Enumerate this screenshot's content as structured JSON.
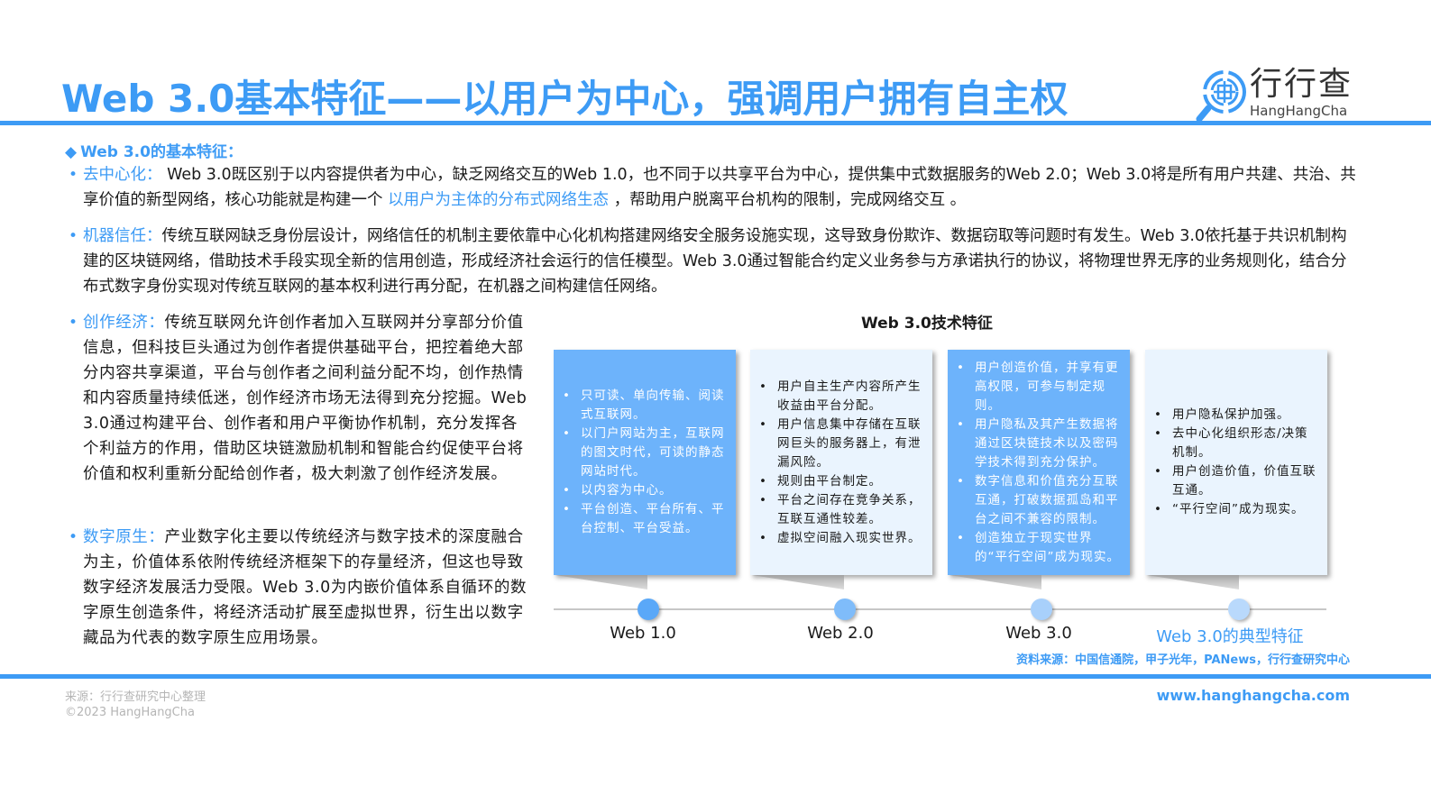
{
  "header": {
    "title": "Web 3.0基本特征——以用户为中心，强调用户拥有自主权",
    "logo": {
      "cn": "行行查",
      "en": "HangHangCha",
      "icon": "magnifier-globe-icon"
    }
  },
  "section": {
    "heading": "Web 3.0的基本特征：",
    "heading_icon": "diamond-icon"
  },
  "features": [
    {
      "key": "去中心化：",
      "text_before": " Web 3.0既区别于以内容提供者为中心，缺乏网络交互的Web 1.0，也不同于以共享平台为中心，提供集中式数据服务的Web 2.0；Web 3.0将是所有用户共建、共治、共享价值的新型网络，核心功能就是构建一个 ",
      "highlight": "以用户为主体的分布式网络生态",
      "text_after": " ，帮助用户脱离平台机构的限制，完成网络交互 。"
    },
    {
      "key": "机器信任：",
      "text": "传统互联网缺乏身份层设计，网络信任的机制主要依靠中心化机构搭建网络安全服务设施实现，这导致身份欺诈、数据窃取等问题时有发生。Web 3.0依托基于共识机制构建的区块链网络，借助技术手段实现全新的信用创造，形成经济社会运行的信任模型。Web 3.0通过智能合约定义业务参与方承诺执行的协议，将物理世界无序的业务规则化，结合分布式数字身份实现对传统互联网的基本权利进行再分配，在机器之间构建信任网络。"
    },
    {
      "key": "创作经济：",
      "text": "传统互联网允许创作者加入互联网并分享部分价值信息，但科技巨头通过为创作者提供基础平台，把控着绝大部分内容共享渠道，平台与创作者之间利益分配不均，创作热情和内容质量持续低迷，创作经济市场无法得到充分挖掘。Web 3.0通过构建平台、创作者和用户平衡协作机制，充分发挥各个利益方的作用，借助区块链激励机制和智能合约促使平台将价值和权利重新分配给创作者，极大刺激了创作经济发展。"
    },
    {
      "key": "数字原生：",
      "text": "产业数字化主要以传统经济与数字技术的深度融合为主，价值体系依附传统经济框架下的存量经济，但这也导致数字经济发展活力受限。Web 3.0为内嵌价值体系自循环的数字原生创造条件，将经济活动扩展至虚拟世界，衍生出以数字藏品为代表的数字原生应用场景。"
    }
  ],
  "diagram": {
    "title": "Web 3.0技术特征",
    "stages": [
      {
        "label": "Web 1.0",
        "style": "dark",
        "items": [
          "只可读、单向传输、阅读式互联网。",
          "以门户网站为主，互联网的图文时代，可读的静态网站时代。",
          "以内容为中心。",
          "平台创造、平台所有、平台控制、平台受益。"
        ]
      },
      {
        "label": "Web 2.0",
        "style": "light",
        "items": [
          "用户自主生产内容所产生收益由平台分配。",
          "用户信息集中存储在互联网巨头的服务器上，有泄漏风险。",
          "规则由平台制定。",
          "平台之间存在竞争关系，互联互通性较差。",
          "虚拟空间融入现实世界。"
        ]
      },
      {
        "label": "Web 3.0",
        "style": "dark",
        "items": [
          "用户创造价值，并享有更高权限，可参与制定规则。",
          "用户隐私及其产生数据将通过区块链技术以及密码学技术得到充分保护。",
          "数字信息和价值充分互联互通，打破数据孤岛和平台之间不兼容的限制。",
          "创造独立于现实世界的“平行空间”成为现实。"
        ]
      },
      {
        "label": "Web 3.0的典型特征",
        "style": "light",
        "items": [
          "用户隐私保护加强。",
          "去中心化组织形态/决策机制。",
          "用户创造价值，价值互联互通。",
          "“平行空间”成为现实。"
        ]
      }
    ],
    "source": "资料来源：中国信通院，甲子光年，PANews，行行查研究中心"
  },
  "footer": {
    "source": "来源：行行查研究中心整理",
    "copyright": "©2023 HangHangCha",
    "url": "www.hanghangcha.com"
  },
  "colors": {
    "accent": "#3d9bf5",
    "card_dark": "#6db3fb",
    "card_light": "#eaf4fe",
    "text": "#1a1a1a",
    "footer_gray": "#b5b5b5"
  }
}
